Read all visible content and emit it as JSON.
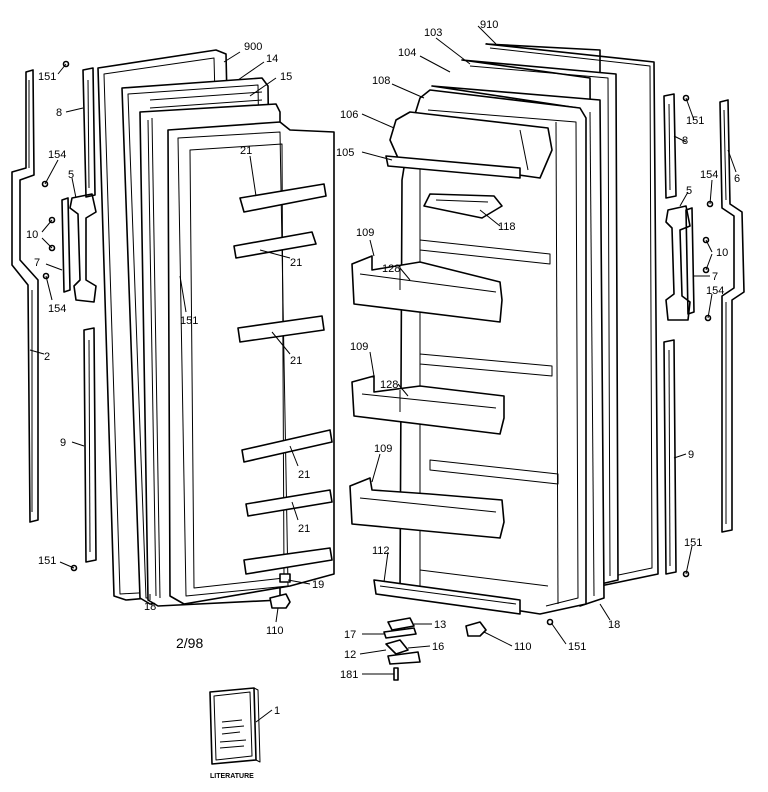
{
  "diagram": {
    "date_code": "2/98",
    "literature_label": "LITERATURE",
    "callouts": {
      "c151a": "151",
      "c8a": "8",
      "c154a": "154",
      "c5a": "5",
      "c10a": "10",
      "c7a": "7",
      "c154b": "154",
      "c2": "2",
      "c9a": "9",
      "c151b": "151",
      "c900": "900",
      "c14": "14",
      "c15": "15",
      "c21a": "21",
      "c21b": "21",
      "c151c": "151",
      "c21c": "21",
      "c21d": "21",
      "c21e": "21",
      "c19": "19",
      "c18a": "18",
      "c110a": "110",
      "c103": "103",
      "c910": "910",
      "c104": "104",
      "c108": "108",
      "c106": "106",
      "c105": "105",
      "c118": "118",
      "c109a": "109",
      "c128a": "128",
      "c109b": "109",
      "c128b": "128",
      "c109c": "109",
      "c112": "112",
      "c151d": "151",
      "c8b": "8",
      "c6": "6",
      "c154c": "154",
      "c5b": "5",
      "c10b": "10",
      "c7b": "7",
      "c154d": "154",
      "c9b": "9",
      "c151e": "151",
      "c18b": "18",
      "c13": "13",
      "c17": "17",
      "c16": "16",
      "c12": "12",
      "c110b": "110",
      "c151f": "151",
      "c181": "181",
      "c1": "1"
    }
  }
}
